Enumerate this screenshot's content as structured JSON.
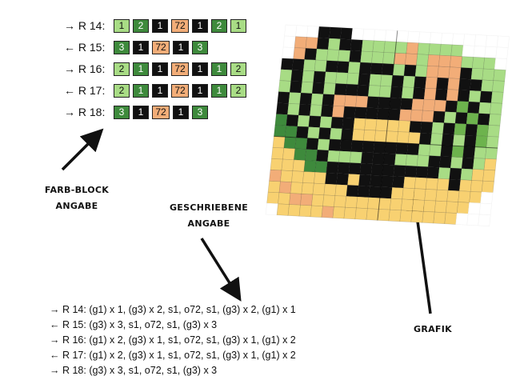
{
  "colors": {
    "g1": "#a8dc85",
    "g2": "#6db34d",
    "g3": "#3e8a3c",
    "black": "#111111",
    "orange": "#f2ad78",
    "yellow": "#f8d171",
    "white": "#ffffff"
  },
  "color_blocks": {
    "rows": [
      {
        "label": "→ R 14:",
        "cells": [
          {
            "t": "1",
            "c": "g1"
          },
          {
            "t": "2",
            "c": "g3"
          },
          {
            "t": "1",
            "c": "black"
          },
          {
            "t": "72",
            "c": "orange"
          },
          {
            "t": "1",
            "c": "black"
          },
          {
            "t": "2",
            "c": "g3"
          },
          {
            "t": "1",
            "c": "g1"
          }
        ]
      },
      {
        "label": "← R 15:",
        "cells": [
          {
            "t": "3",
            "c": "g3"
          },
          {
            "t": "1",
            "c": "black"
          },
          {
            "t": "72",
            "c": "orange"
          },
          {
            "t": "1",
            "c": "black"
          },
          {
            "t": "3",
            "c": "g3"
          }
        ]
      },
      {
        "label": "→ R 16:",
        "cells": [
          {
            "t": "2",
            "c": "g1"
          },
          {
            "t": "1",
            "c": "g3"
          },
          {
            "t": "1",
            "c": "black"
          },
          {
            "t": "72",
            "c": "orange"
          },
          {
            "t": "1",
            "c": "black"
          },
          {
            "t": "1",
            "c": "g3"
          },
          {
            "t": "2",
            "c": "g1"
          }
        ]
      },
      {
        "label": "← R 17:",
        "cells": [
          {
            "t": "2",
            "c": "g1"
          },
          {
            "t": "1",
            "c": "g3"
          },
          {
            "t": "1",
            "c": "black"
          },
          {
            "t": "72",
            "c": "orange"
          },
          {
            "t": "1",
            "c": "black"
          },
          {
            "t": "1",
            "c": "g3"
          },
          {
            "t": "2",
            "c": "g1"
          }
        ]
      },
      {
        "label": "→ R 18:",
        "cells": [
          {
            "t": "3",
            "c": "g3"
          },
          {
            "t": "1",
            "c": "black"
          },
          {
            "t": "72",
            "c": "orange"
          },
          {
            "t": "1",
            "c": "black"
          },
          {
            "t": "3",
            "c": "g3"
          }
        ]
      }
    ]
  },
  "callouts": {
    "color_block_line1": "FARB-BLOCK",
    "color_block_line2": "ANGABE",
    "written_line1": "GESCHRIEBENE",
    "written_line2": "ANGABE",
    "chart": "GRAFIK"
  },
  "written_instructions": [
    "→ R 14: (g1) x 1, (g3) x 2, s1, o72, s1, (g3) x 2, (g1) x 1",
    "← R 15: (g3) x 3, s1, o72, s1, (g3) x 3",
    "→ R 16: (g1) x 2, (g3) x 1, s1, o72, s1, (g3) x 1, (g1) x 2",
    "← R 17: (g1) x 2, (g3) x 1, s1, o72, s1, (g3) x 1, (g1) x 2",
    "→ R 18: (g3) x 3, s1, o72, s1, (g3) x 3"
  ],
  "chart_data": {
    "type": "heatmap",
    "legend": {
      "K": "black",
      "G": "g1",
      "M": "g2",
      "D": "g3",
      "O": "orange",
      "Y": "yellow",
      "W": "white"
    },
    "grid": [
      "WWWKKKWWWWWWWWWWWWWW",
      "WOOKGKKGGGGOGGGGWWWW",
      "WOKGGGKGGGOOGOOOGGGW",
      "KKGGKKGKKKGKGOOOKGGG",
      "GKGKGGGKGGKGKOKOKKGG",
      "GKGKGKKKGGKGKOKOKGKG",
      "KGKGKOOOKKKKOOOKMKGG",
      "KGKGKOKKKKKOOOKGKMKG",
      "DKGKGKKYYYYYKKGKMKMG",
      "DDKGKGKYYYYYYKGKGKMG",
      "YDDKGKKKKKKKKGGKMKGG",
      "YYDDKGGGKKKGGGKKGKGY",
      "YYYDDKKKKKKKKKKGKGYY",
      "OYYYYKKYKKKKYYYYKYYY",
      "YOYYYYYKKKKYYYYYYYYW",
      "YYOOYYYYYYYYYYYYYYWW",
      "WYYYYOYYYYYYYYYYYWWW"
    ]
  }
}
